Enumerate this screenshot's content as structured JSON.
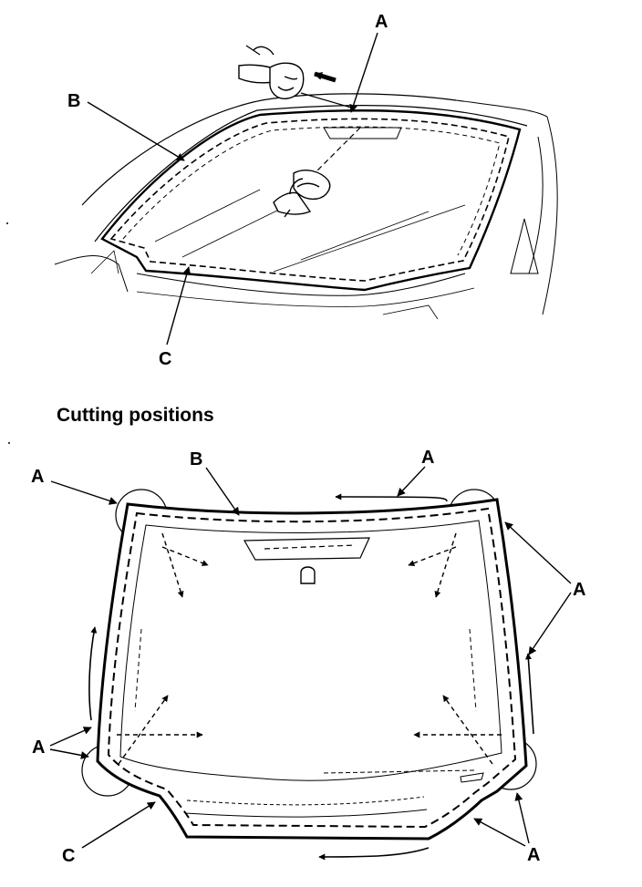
{
  "heading": "Cutting positions",
  "callouts": {
    "a": "A",
    "b": "B",
    "c": "C"
  },
  "colors": {
    "ink": "#000000",
    "paper": "#ffffff"
  },
  "icons": {
    "hand_pull": "gloved-hand-pulling-cutting-wire",
    "hand_wipe": "hand-holding-cloth"
  }
}
